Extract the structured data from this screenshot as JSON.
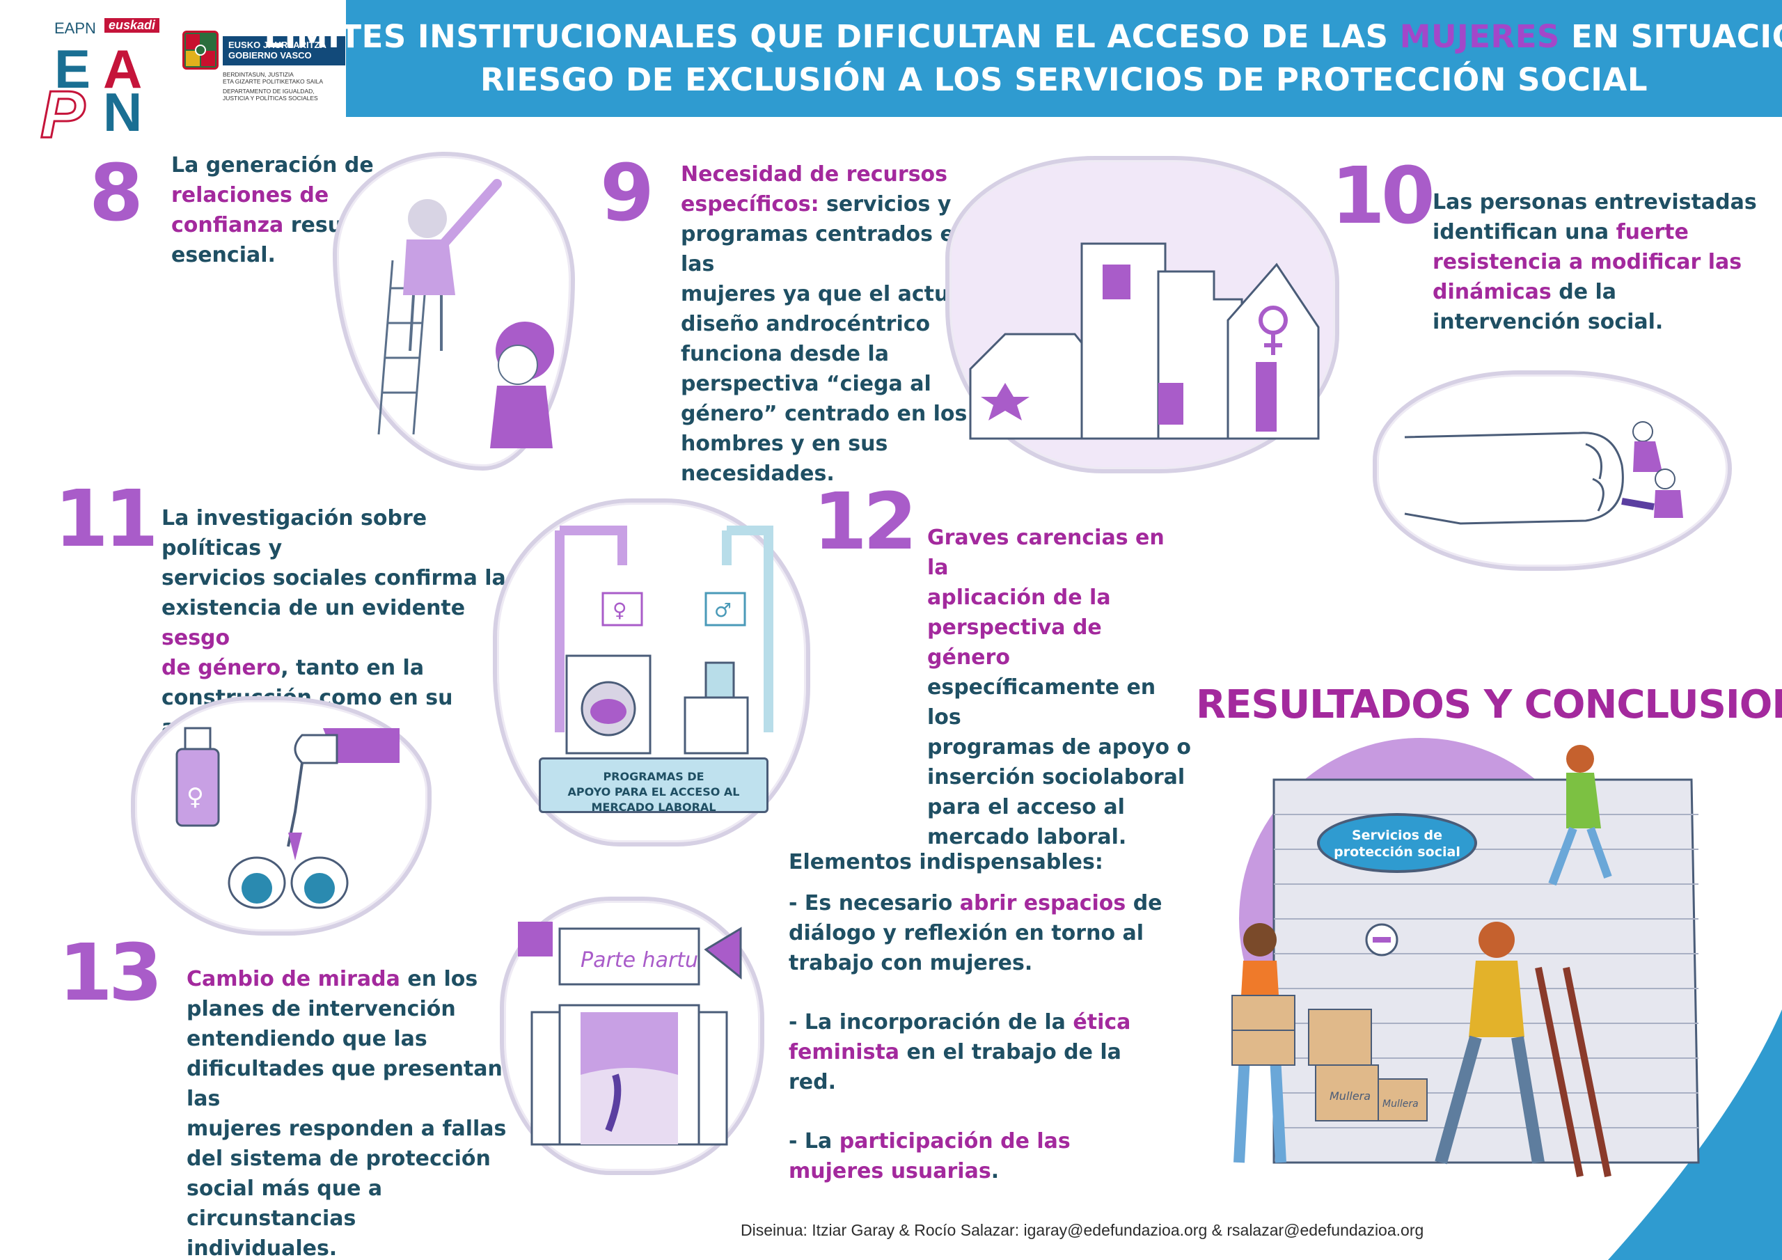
{
  "logos": {
    "eapn": {
      "small": "EAPN",
      "region": "euskadi",
      "letters": [
        "E",
        "A",
        "P",
        "N"
      ]
    },
    "government": {
      "line1": "EUSKO JAURLARITZA",
      "line2": "GOBIERNO VASCO",
      "dept1a": "BERDINTASUN, JUSTIZIA",
      "dept1b": "ETA GIZARTE POLITIKETAKO SAILA",
      "dept2a": "DEPARTAMENTO DE IGUALDAD,",
      "dept2b": "JUSTICIA Y POLÍTICAS SOCIALES"
    }
  },
  "header": {
    "line1_pre": "LIMITES INSTITUCIONALES QUE DIFICULTAN EL ACCESO DE LAS ",
    "line1_highlight": "MUJERES",
    "line1_post": " EN SITUACIÓN O",
    "line2": "RIESGO DE EXCLUSIÓN A LOS SERVICIOS DE PROTECCIÓN SOCIAL"
  },
  "items": {
    "n8": {
      "number": "8",
      "p1": "La generación de",
      "p2": "relaciones de",
      "p3": "confianza",
      "p4": " resulta",
      "p5": "esencial."
    },
    "n9": {
      "number": "9",
      "p1": "Necesidad de recursos",
      "p2": "específicos:",
      "p3": " servicios y",
      "p4": "programas centrados en las",
      "p5": "mujeres ya que el actual",
      "p6": "diseño androcéntrico",
      "p7": "funciona desde la",
      "p8": "perspectiva “ciega al",
      "p9": "género” centrado en los",
      "p10": "hombres y en sus",
      "p11": "necesidades."
    },
    "n10": {
      "number": "10",
      "p1": "Las personas entrevistadas",
      "p2": "identifican una ",
      "p3": "fuerte",
      "p4": "resistencia a modificar las",
      "p5": "dinámicas",
      "p6": " de la",
      "p7": "intervención social."
    },
    "n11": {
      "number": "11",
      "p1": "La investigación sobre políticas y",
      "p2": "servicios sociales confirma la",
      "p3": "existencia de un evidente ",
      "p4": "sesgo",
      "p5": "de género",
      "p6": ", tanto en la",
      "p7": "construcción como en su",
      "p8": "aplicación."
    },
    "n12": {
      "number": "12",
      "p1": "Graves carencias en la",
      "p2": "aplicación de la",
      "p3": "perspectiva de género",
      "p4": "específicamente en los",
      "p5": "programas de apoyo o",
      "p6": "inserción sociolaboral",
      "p7": "para el acceso al",
      "p8": "mercado laboral."
    },
    "n13": {
      "number": "13",
      "p1": "Cambio de mirada",
      "p2": " en los",
      "p3": "planes de intervención",
      "p4": "entendiendo que las",
      "p5": "dificultades que presentan las",
      "p6": "mujeres responden a fallas",
      "p7": "del sistema de protección",
      "p8": "social más que a circunstancias",
      "p9": "individuales."
    }
  },
  "essentials": {
    "heading": "Elementos indispensables:",
    "b1_pre": "- Es necesario ",
    "b1_hl": "abrir espacios",
    "b1_post": " de",
    "b1_l2": "diálogo y reflexión en torno al",
    "b1_l3": "trabajo con mujeres.",
    "b2_pre": "- La incorporación de la ",
    "b2_hl": "ética",
    "b2_hl2": "feminista",
    "b2_post": " en el trabajo de la",
    "b2_l3": "red.",
    "b3_pre": "- La ",
    "b3_hl": "participación de las",
    "b3_hl2": "mujeres usuarias",
    "b3_post": "."
  },
  "results_title": "RESULTADOS Y CONCLUSIONES",
  "illustrations": {
    "programs_label_1": "PROGRAMAS DE",
    "programs_label_2": "APOYO PARA EL ACCESO AL MERCADO LABORAL",
    "protest_sign": "Parte hartu",
    "wall_sign_1": "Servicios de",
    "wall_sign_2": "protección social",
    "box_label_1": "Mullera",
    "box_label_2": "Mullera"
  },
  "footer": "Diseinua: Itziar Garay & Rocío Salazar: igaray@edefundazioa.org & rsalazar@edefundazioa.org",
  "colors": {
    "header_blue": "#2f9bd0",
    "number_purple": "#a95cc9",
    "highlight_magenta": "#a3299d",
    "text_navy": "#1f4f63",
    "light_purple": "#c8a0e4"
  }
}
